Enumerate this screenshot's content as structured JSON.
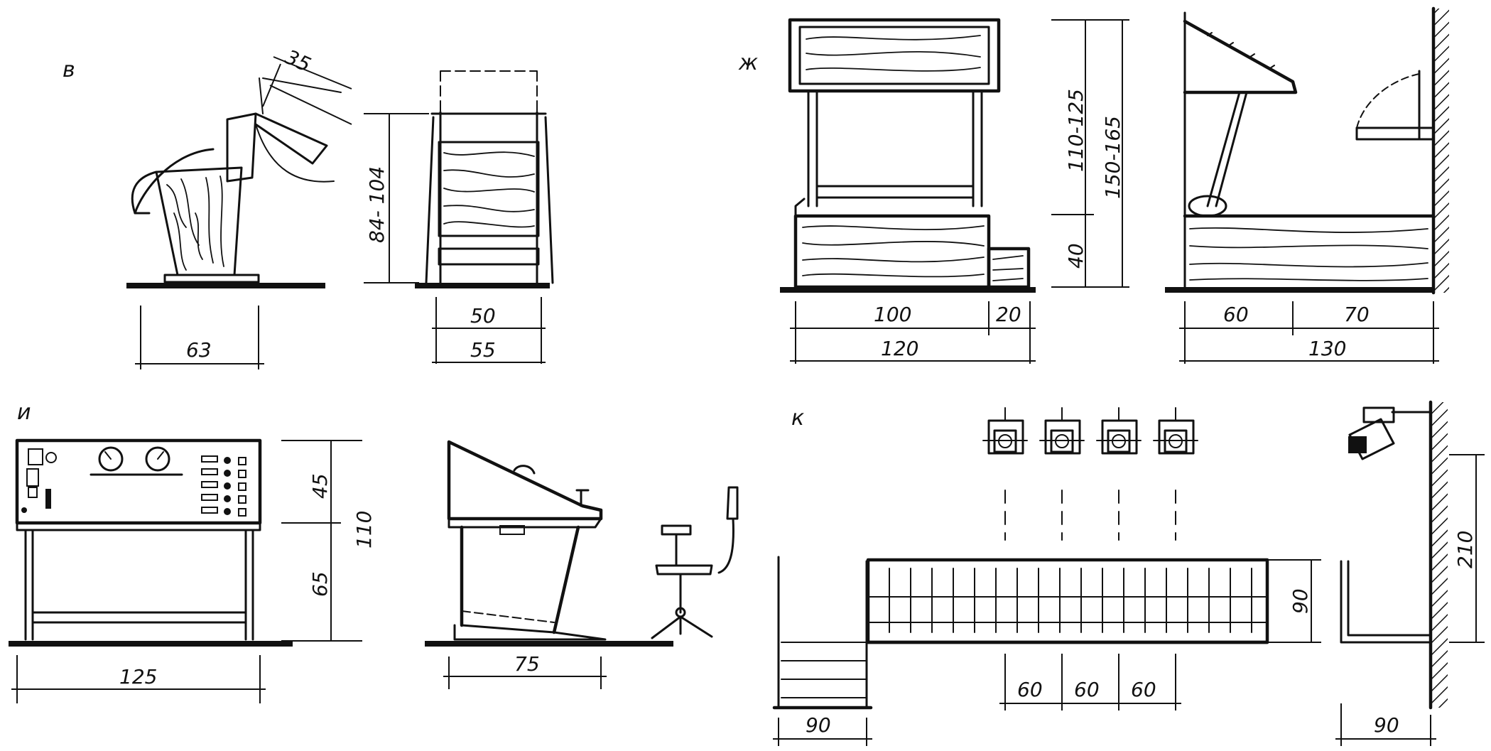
{
  "labels": {
    "v": "в",
    "zh": "ж",
    "i": "и",
    "k": "к"
  },
  "dims": {
    "v_width_side": "63",
    "v_back_angle": "35",
    "v_height": "84- 104",
    "v_seat": "50",
    "v_total": "55",
    "zh_height_top": "110-125",
    "zh_height_total": "150-165",
    "zh_height_base": "40",
    "zh_front_main": "100",
    "zh_front_step": "20",
    "zh_front_total": "120",
    "zh_side_a": "60",
    "zh_side_b": "70",
    "zh_side_total": "130",
    "i_top": "45",
    "i_bottom": "65",
    "i_total": "110",
    "i_width": "125",
    "i_depth": "75",
    "k_height": "90",
    "k_wall_height": "210",
    "k_spacing_1": "60",
    "k_spacing_2": "60",
    "k_spacing_3": "60",
    "k_step_width": "90",
    "k_side_width": "90"
  }
}
